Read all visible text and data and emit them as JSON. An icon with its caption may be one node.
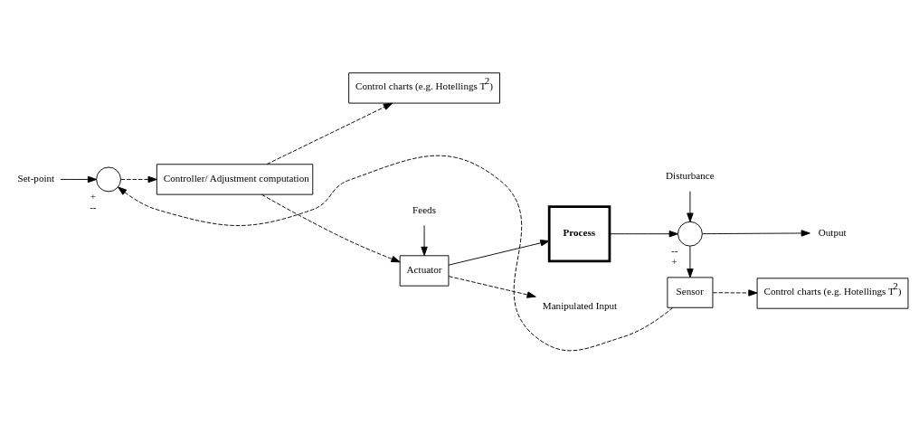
{
  "diagram": {
    "nodes": [
      {
        "text": [
          "Control charts (e.g. Hotellings T$^{2}$)"
        ]
      },
      {
        "text": [
          "Control charts (e.g. Hotellings T$^{2}$)"
        ]
      },
      {
        "text": [
          "Set-point"
        ]
      },
      {
        "text": [],
        "shape": "circle",
        "beside": [
          "+",
          "--"
        ]
      },
      {
        "text": [
          "Controller/ Adjustment computation"
        ]
      },
      {
        "text": [
          "Feeds"
        ]
      },
      {
        "text": [
          "Actuator"
        ]
      },
      {
        "text": [
          "**Process**"
        ]
      },
      {
        "text": [
          "Disturbance"
        ]
      },
      {
        "text": [],
        "shape": "circle",
        "beside": [
          "--",
          "+"
        ]
      },
      {
        "text": [
          "Output"
        ]
      },
      {
        "text": [
          "Manipulated Input"
        ]
      },
      {
        "text": [
          "Sensor"
        ]
      }
    ],
    "edges": [
      {
        "from": 2,
        "to": 3,
        "arrow": "to"
      },
      {
        "from": 3,
        "to": 4,
        "arrow": "to",
        "style": "dashed"
      },
      {
        "from": 4,
        "to": 6,
        "arrow": "to",
        "style": "dashed"
      },
      {
        "from": 4,
        "to": 0,
        "arrow": "to",
        "style": "dashed"
      },
      {
        "from": 5,
        "to": 6,
        "arrow": "to"
      },
      {
        "from": 6,
        "to": 7,
        "arrow": "to"
      },
      {
        "from": 6,
        "to": 11,
        "arrow": "to",
        "style": "dashed"
      },
      {
        "from": 7,
        "to": 9,
        "arrow": "to"
      },
      {
        "from": 8,
        "to": 9,
        "arrow": "to"
      },
      {
        "from": 9,
        "to": 10,
        "arrow": "to"
      },
      {
        "from": 9,
        "to": 12,
        "arrow": "to"
      },
      {
        "from": 12,
        "to": 1,
        "arrow": "to",
        "style": "dashed"
      },
      {
        "from": 12,
        "to": 3,
        "arrow": "to",
        "style": "dashed"
      }
    ]
  }
}
